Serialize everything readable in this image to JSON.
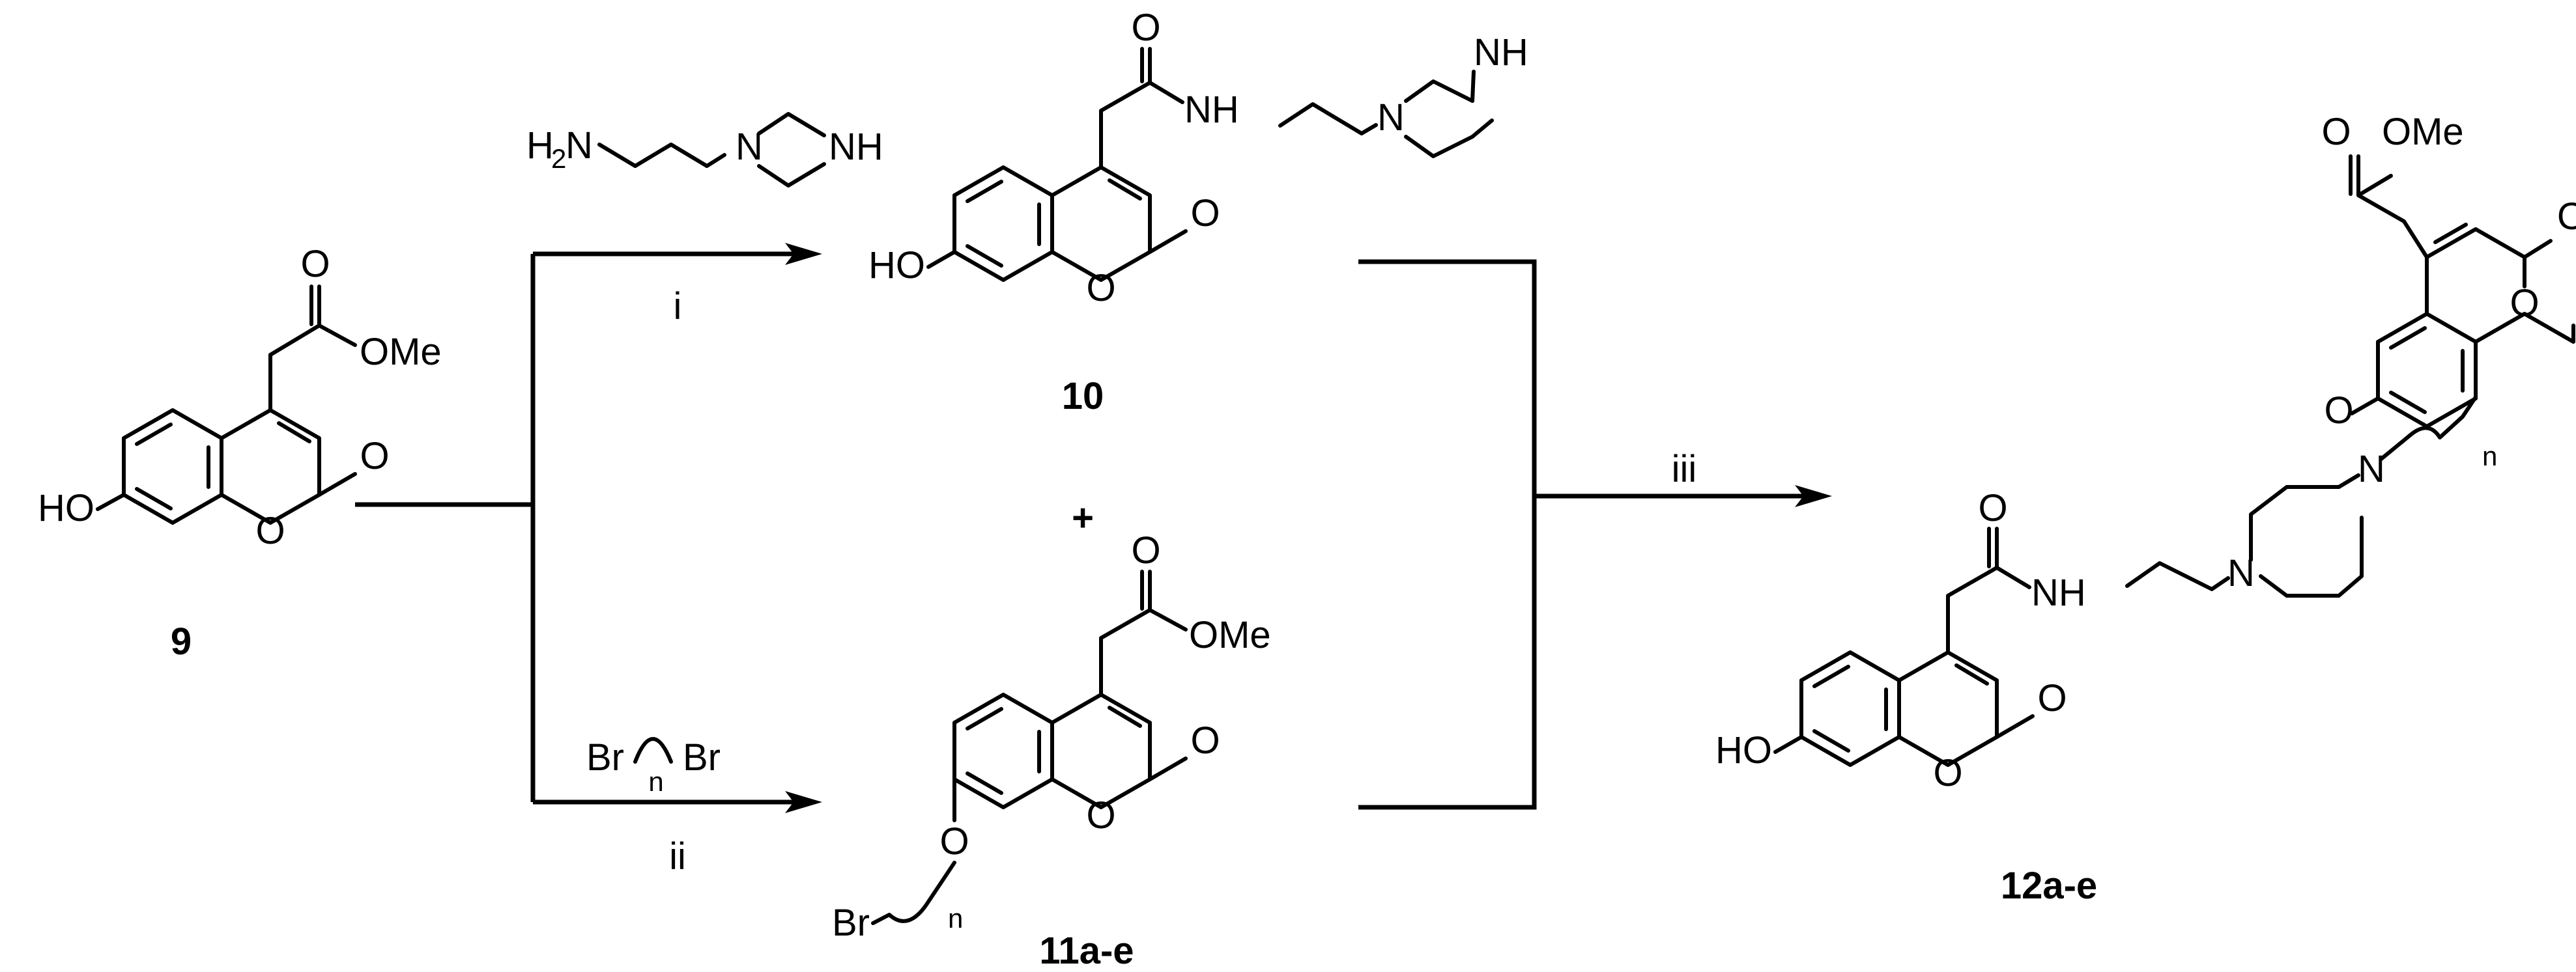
{
  "compounds": {
    "c9": {
      "id": "9",
      "oh": "HO",
      "ring_o": "O",
      "carbonyl_o": "O",
      "ester_o": "O",
      "ome": "OMe"
    },
    "c10": {
      "id": "10",
      "oh": "HO",
      "ring_o": "O",
      "carbonyl_o": "O",
      "amide_o": "O",
      "nh": "NH",
      "n": "N",
      "n2": "NH"
    },
    "c11": {
      "id": "11a-e",
      "ring_o": "O",
      "carbonyl_o": "O",
      "ester_o": "O",
      "ome": "OMe",
      "ether_o": "O",
      "br": "Br",
      "n_index": "n"
    },
    "c12": {
      "id": "12a-e",
      "oh": "HO",
      "ring_o": "O",
      "carbonyl_o": "O",
      "amide_o": "O",
      "nh": "NH",
      "n_pip": "N",
      "n_pip2": "N",
      "n_index": "n",
      "ether_o": "O",
      "ring_o2": "O",
      "carbonyl_o2": "O",
      "ester_o": "O",
      "ome": "OMe"
    }
  },
  "reagents": {
    "amine": {
      "h": "H",
      "sub2": "2",
      "n": "N",
      "n_ring": "N",
      "nh": "NH"
    },
    "dibromide": {
      "br1": "Br",
      "br2": "Br",
      "n_index": "n"
    }
  },
  "steps": {
    "i": "i",
    "ii": "ii",
    "iii": "iii"
  },
  "plus": "+"
}
